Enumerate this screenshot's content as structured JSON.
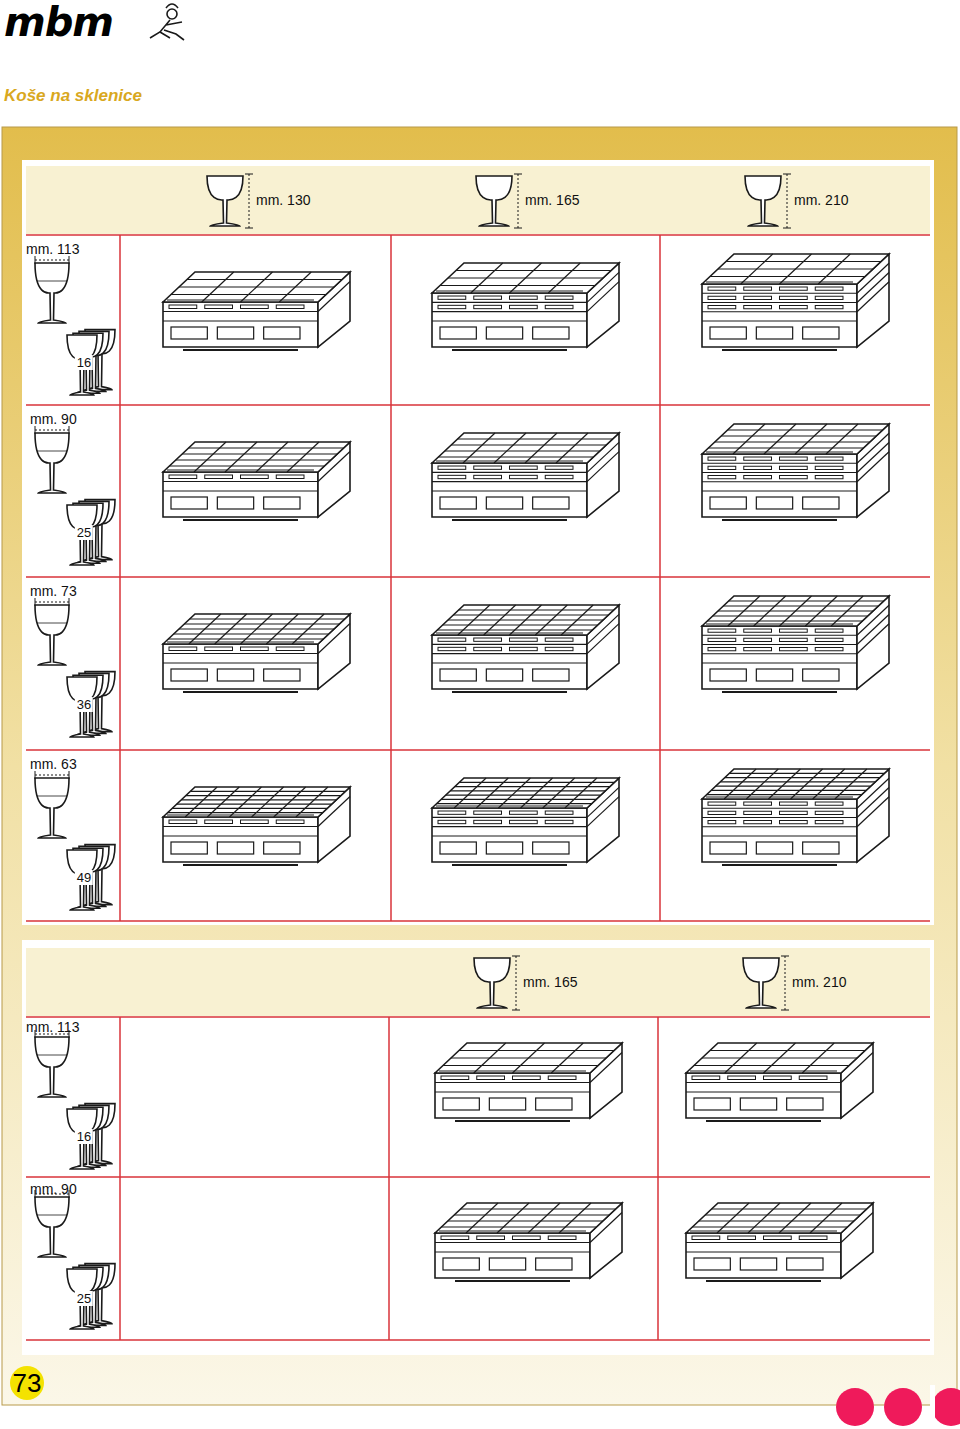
{
  "diagram": {
    "title": "Koše na sklenice",
    "labels": [
      "mbm",
      "mm. 130",
      "mm. 165",
      "mm. 210",
      "mm. 113",
      "16",
      "mm. 90",
      "25",
      "mm. 73",
      "36",
      "mm. 63",
      "49",
      "mm. 165",
      "mm. 210",
      "mm. 113",
      "16",
      "mm. 90",
      "25",
      "73"
    ]
  }
}
